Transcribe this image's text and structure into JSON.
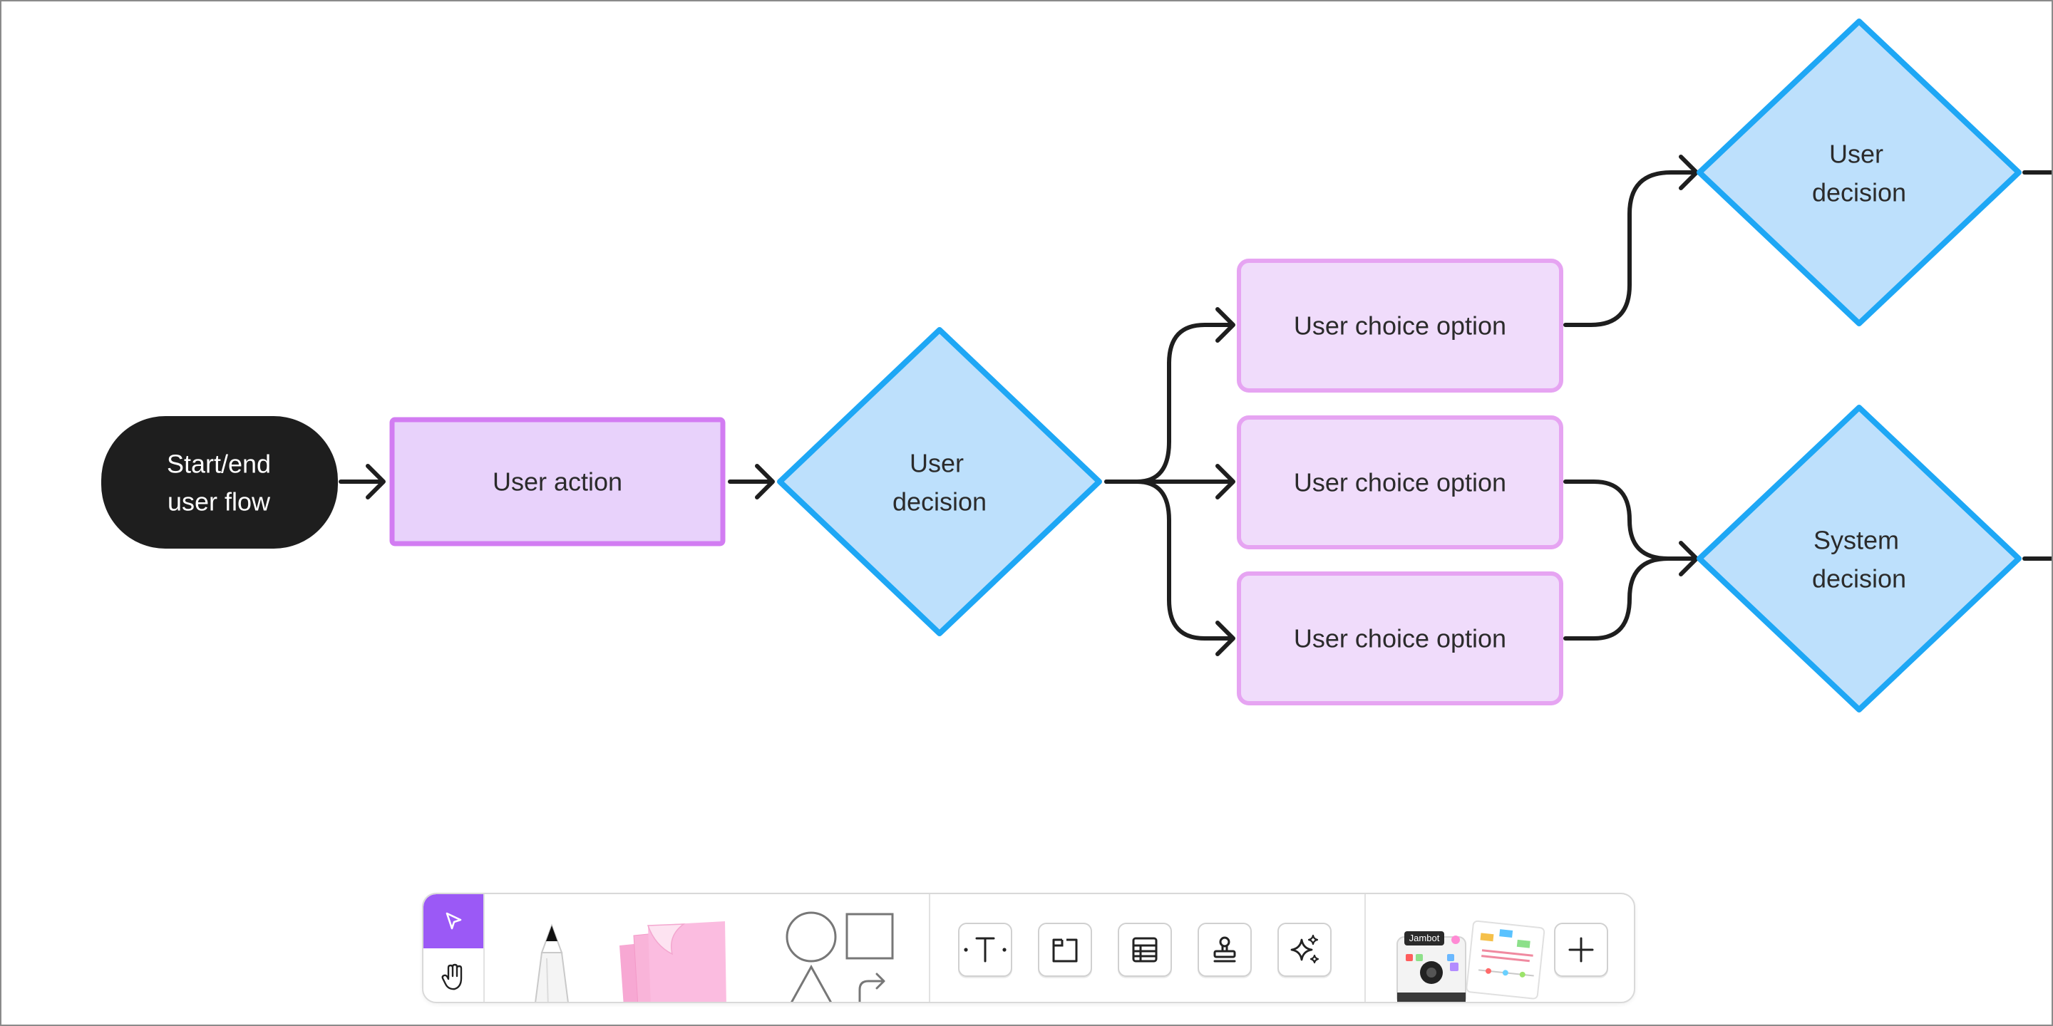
{
  "colors": {
    "start_fill": "#1e1e1e",
    "action_fill": "#e8d2fb",
    "action_stroke": "#d27cf2",
    "choice_fill": "#f0dcfb",
    "choice_stroke": "#e6a4f2",
    "decision_fill": "#bde0fc",
    "decision_stroke": "#1ea7f5",
    "arrow": "#1e1e1e",
    "selected_tool": "#9b59f6"
  },
  "flowchart": {
    "start": {
      "line1": "Start/end",
      "line2": "user flow"
    },
    "user_action": {
      "label": "User action"
    },
    "decision_main": {
      "line1": "User",
      "line2": "decision"
    },
    "choice_1": {
      "label": "User choice option"
    },
    "choice_2": {
      "label": "User choice option"
    },
    "choice_3": {
      "label": "User choice option"
    },
    "decision_top": {
      "line1": "User",
      "line2": "decision"
    },
    "decision_system": {
      "line1": "System",
      "line2": "decision"
    }
  },
  "toolbar": {
    "tools": [
      {
        "name": "select-tool",
        "icon": "cursor-arrow-icon",
        "selected": true
      },
      {
        "name": "hand-tool",
        "icon": "hand-icon",
        "selected": false
      },
      {
        "name": "marker-tool",
        "icon": "marker-icon"
      },
      {
        "name": "sticky-note-tool",
        "icon": "sticky-note-icon"
      },
      {
        "name": "shapes-tool",
        "icon": "shapes-icon"
      },
      {
        "name": "text-tool",
        "icon": "text-icon"
      },
      {
        "name": "section-tool",
        "icon": "section-icon"
      },
      {
        "name": "table-tool",
        "icon": "table-icon"
      },
      {
        "name": "stamp-tool",
        "icon": "stamp-icon"
      },
      {
        "name": "ai-tool",
        "icon": "sparkle-icon"
      },
      {
        "name": "more-tool",
        "icon": "plus-icon"
      }
    ],
    "jambot_sticker": "Jambot"
  }
}
